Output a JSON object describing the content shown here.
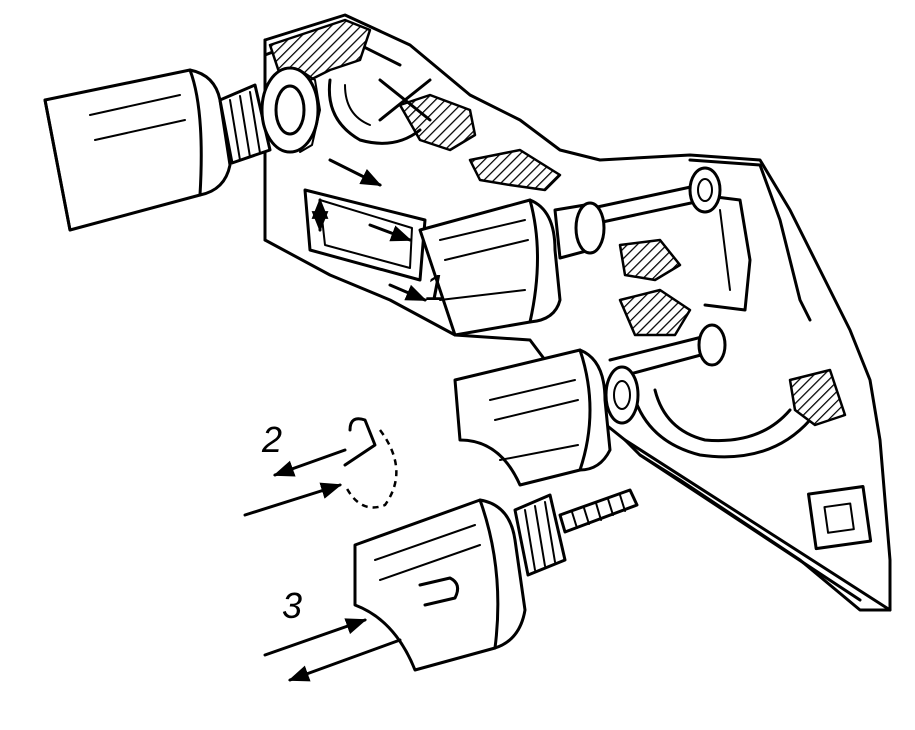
{
  "figure": {
    "step_labels": [
      "1",
      "2",
      "3"
    ],
    "ink_color": "#000000",
    "paper_color": "#ffffff"
  }
}
